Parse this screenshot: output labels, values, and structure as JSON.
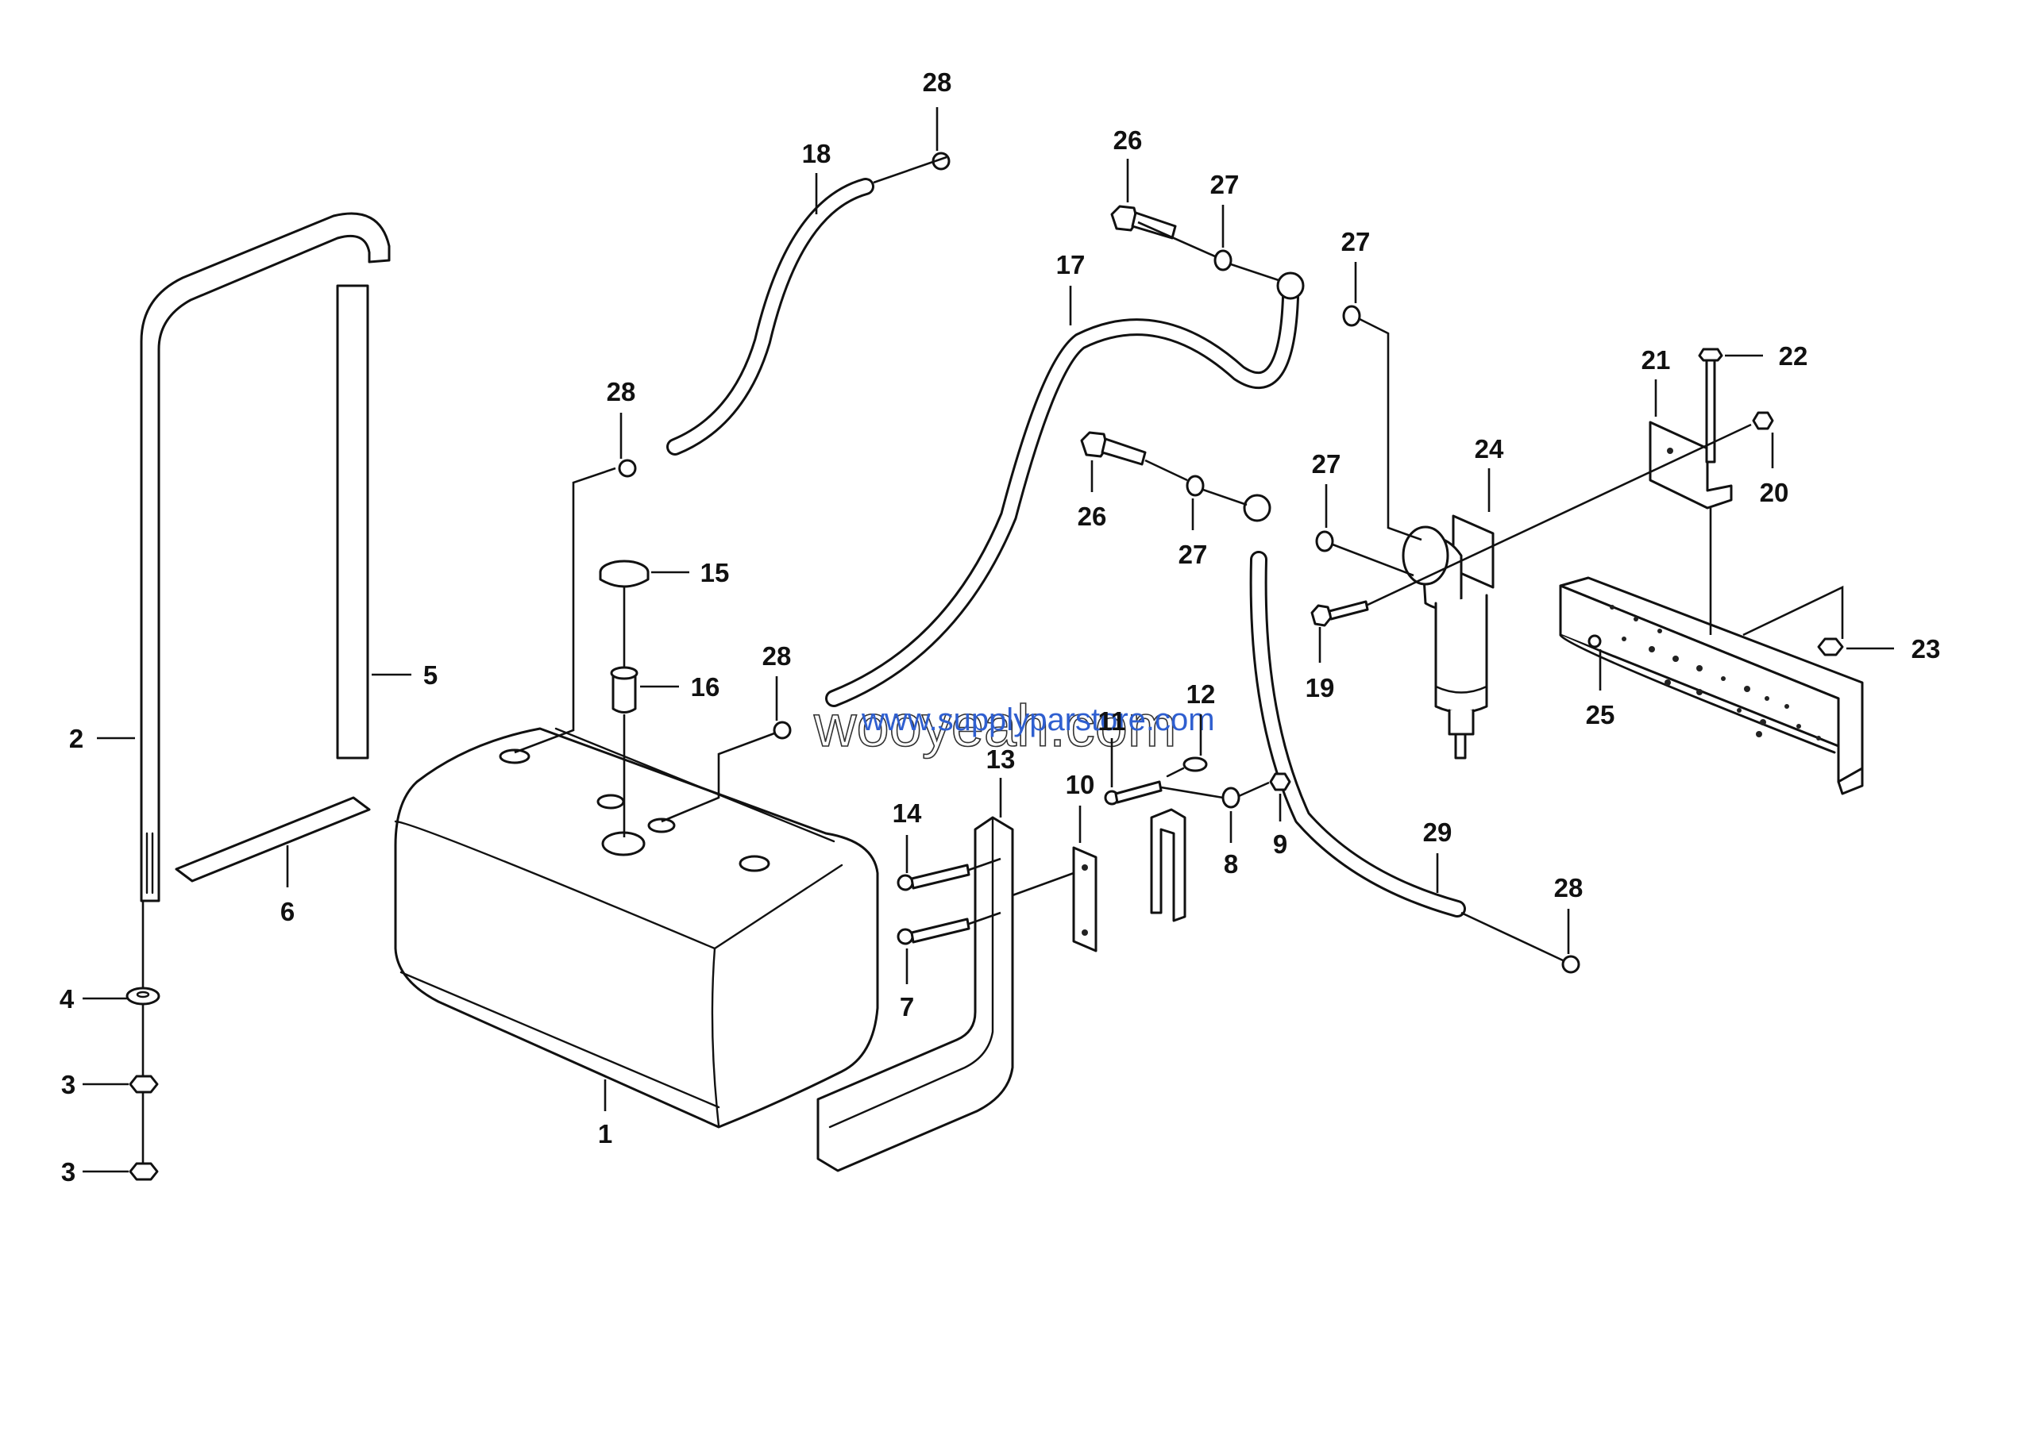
{
  "diagram": {
    "type": "exploded-parts-diagram",
    "watermarks": {
      "outline_text": "wooyeah.com",
      "overlay_text": "www.supplyparstore.com",
      "overlay_color": "#2f5fd0"
    },
    "callouts": [
      {
        "id": "c1",
        "label": "1"
      },
      {
        "id": "c2",
        "label": "2"
      },
      {
        "id": "c3a",
        "label": "3"
      },
      {
        "id": "c3b",
        "label": "3"
      },
      {
        "id": "c4",
        "label": "4"
      },
      {
        "id": "c5",
        "label": "5"
      },
      {
        "id": "c6",
        "label": "6"
      },
      {
        "id": "c7",
        "label": "7"
      },
      {
        "id": "c8",
        "label": "8"
      },
      {
        "id": "c9",
        "label": "9"
      },
      {
        "id": "c10",
        "label": "10"
      },
      {
        "id": "c11",
        "label": "11"
      },
      {
        "id": "c12",
        "label": "12"
      },
      {
        "id": "c13",
        "label": "13"
      },
      {
        "id": "c14",
        "label": "14"
      },
      {
        "id": "c15",
        "label": "15"
      },
      {
        "id": "c16",
        "label": "16"
      },
      {
        "id": "c17",
        "label": "17"
      },
      {
        "id": "c18",
        "label": "18"
      },
      {
        "id": "c19",
        "label": "19"
      },
      {
        "id": "c20",
        "label": "20"
      },
      {
        "id": "c21",
        "label": "21"
      },
      {
        "id": "c22",
        "label": "22"
      },
      {
        "id": "c23",
        "label": "23"
      },
      {
        "id": "c24",
        "label": "24"
      },
      {
        "id": "c25",
        "label": "25"
      },
      {
        "id": "c26a",
        "label": "26"
      },
      {
        "id": "c26b",
        "label": "26"
      },
      {
        "id": "c27a",
        "label": "27"
      },
      {
        "id": "c27b",
        "label": "27"
      },
      {
        "id": "c27c",
        "label": "27"
      },
      {
        "id": "c27d",
        "label": "27"
      },
      {
        "id": "c28a",
        "label": "28"
      },
      {
        "id": "c28b",
        "label": "28"
      },
      {
        "id": "c28c",
        "label": "28"
      },
      {
        "id": "c28d",
        "label": "28"
      },
      {
        "id": "c29",
        "label": "29"
      }
    ]
  }
}
